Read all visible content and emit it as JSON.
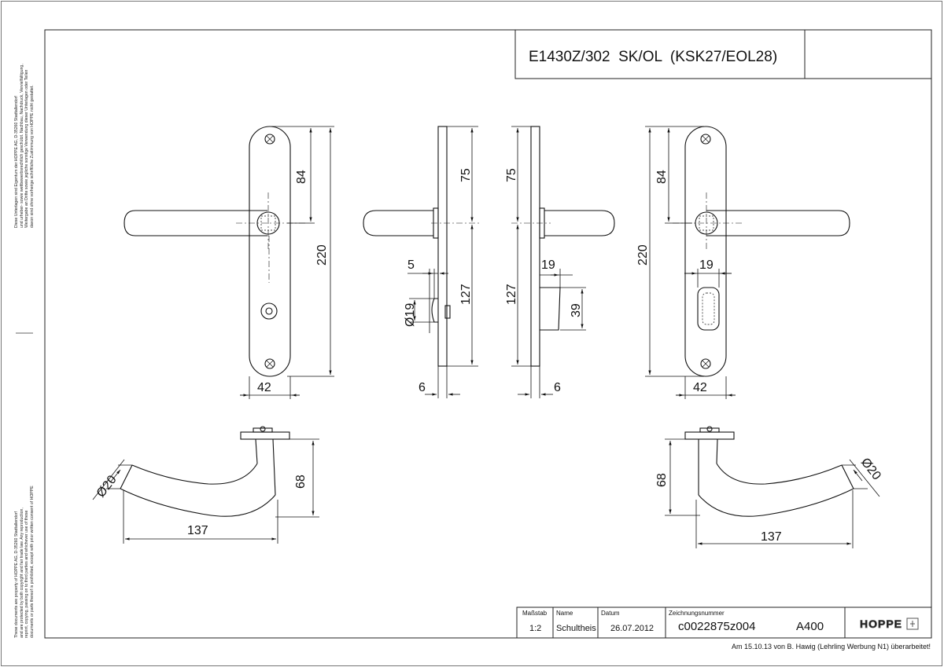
{
  "title": "E1430Z/302  SK/OL  (KSK27/EOL28)",
  "dimensions": {
    "front_left": {
      "top_to_axis": "84",
      "overall": "220",
      "width": "42"
    },
    "side_left": {
      "top_to_axis": "75",
      "axis_to_bottom": "127",
      "rose_diameter": "Ø19",
      "rose_depth": "5",
      "thickness": "6"
    },
    "side_right": {
      "top_to_axis": "75",
      "axis_to_bottom": "127",
      "cylinder_width": "19",
      "cylinder_height": "39",
      "thickness": "6"
    },
    "front_right": {
      "top_to_axis": "84",
      "overall": "220",
      "cutout_width": "19",
      "width": "42"
    },
    "lever_left": {
      "diameter": "Ø20",
      "height": "68",
      "length": "137"
    },
    "lever_right": {
      "diameter": "Ø20",
      "height": "68",
      "length": "137"
    }
  },
  "title_block": {
    "scale_label": "Maßstab",
    "scale": "1:2",
    "name_label": "Name",
    "name": "Schultheis",
    "date_label": "Datum",
    "date": "26.07.2012",
    "drawing_no_label": "Zeichnungsnummer",
    "drawing_no": "c0022875z004",
    "format": "A400",
    "logo": "HOPPE"
  },
  "revision_note": "Am 15.10.13 von B. Hawig (Lehrling Werbung N1) überarbeitet!",
  "side_notes": {
    "german": [
      "Diese Unterlagen sind Eigentum der HOPPE AG, D-35260 Stadtallendorf",
      "und urheber- sowie wettbewerbsrechtlich geschützt. Nachbau, Nachdruck, Vervielfältigung,",
      "Weitergabe an Dritte sowie jegliche sonstige Verwendung dieser Unterlagen oder Teilen",
      "davon sind ohne vorherige schriftliche Zustimmung von HOPPE nicht gestattet."
    ],
    "english": [
      "These documents are property of HOPPE AG, D-35260 Stadtallendorf",
      "and are protected by both copyright and fair trade law. Any reproduction,",
      "reprint, copying, passing on to third parties and whichever use of these",
      "documents or parts thereof is prohibited, except with prior written consent of HOPPE"
    ]
  }
}
